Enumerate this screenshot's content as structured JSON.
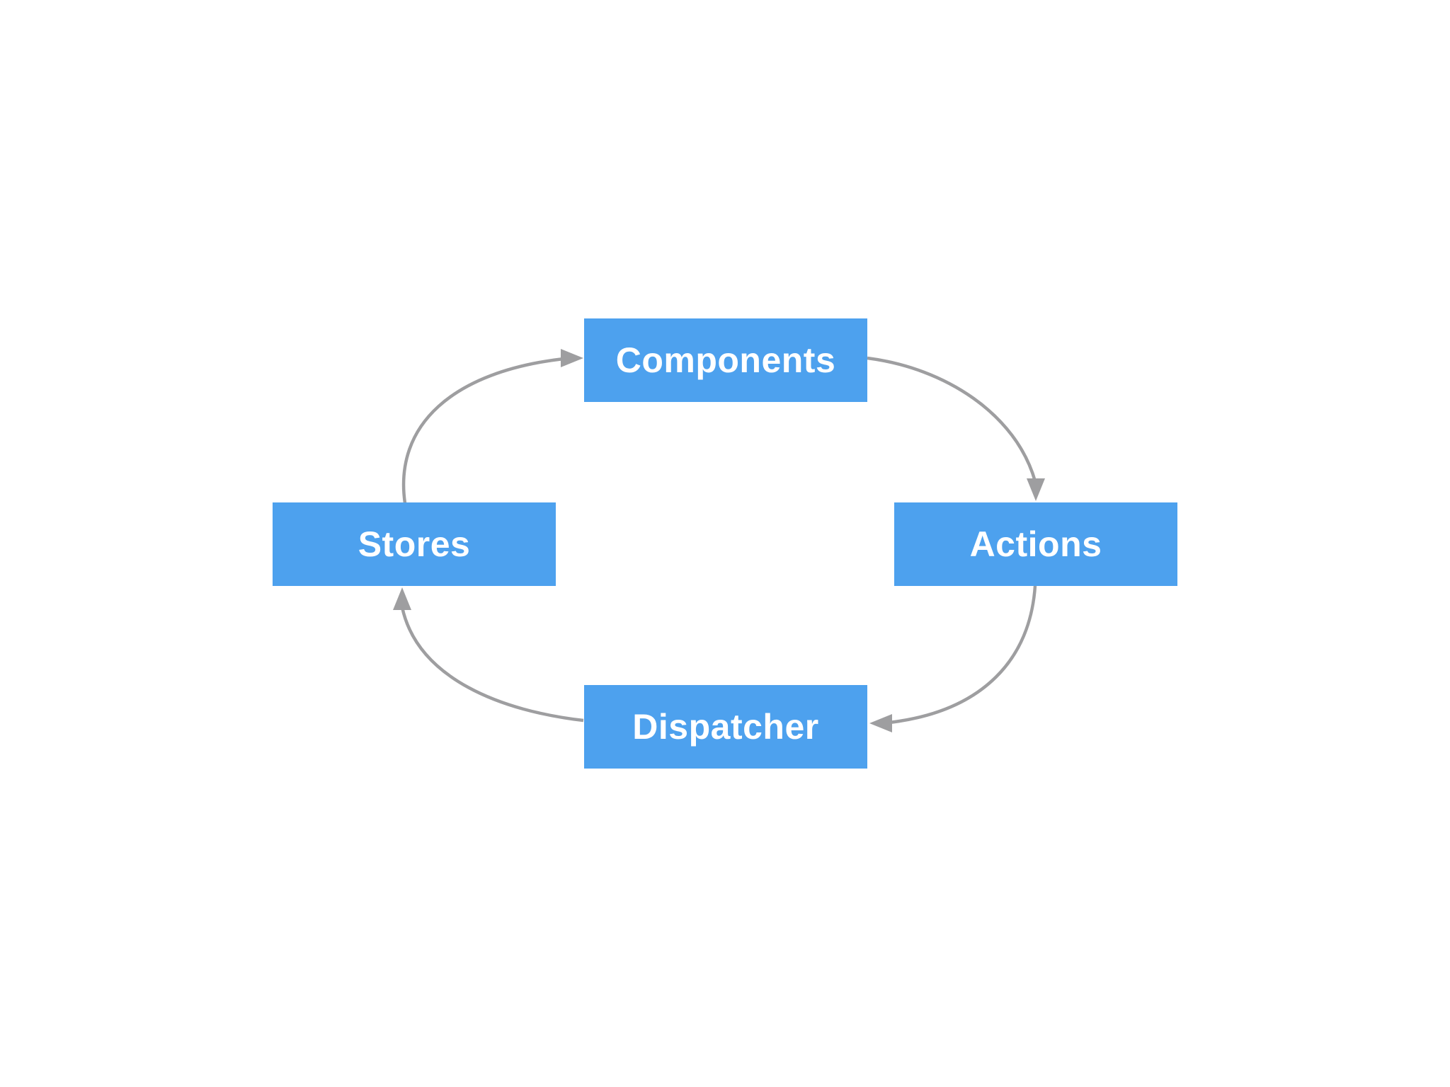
{
  "diagram": {
    "nodes": [
      {
        "id": "components",
        "label": "Components"
      },
      {
        "id": "actions",
        "label": "Actions"
      },
      {
        "id": "dispatcher",
        "label": "Dispatcher"
      },
      {
        "id": "stores",
        "label": "Stores"
      }
    ],
    "edges": [
      {
        "from": "stores",
        "to": "components"
      },
      {
        "from": "components",
        "to": "actions"
      },
      {
        "from": "actions",
        "to": "dispatcher"
      },
      {
        "from": "dispatcher",
        "to": "stores"
      }
    ]
  },
  "colors": {
    "node_fill": "#4da1ee",
    "node_text": "#ffffff",
    "arrow": "#9e9ea0",
    "background": "#ffffff"
  }
}
